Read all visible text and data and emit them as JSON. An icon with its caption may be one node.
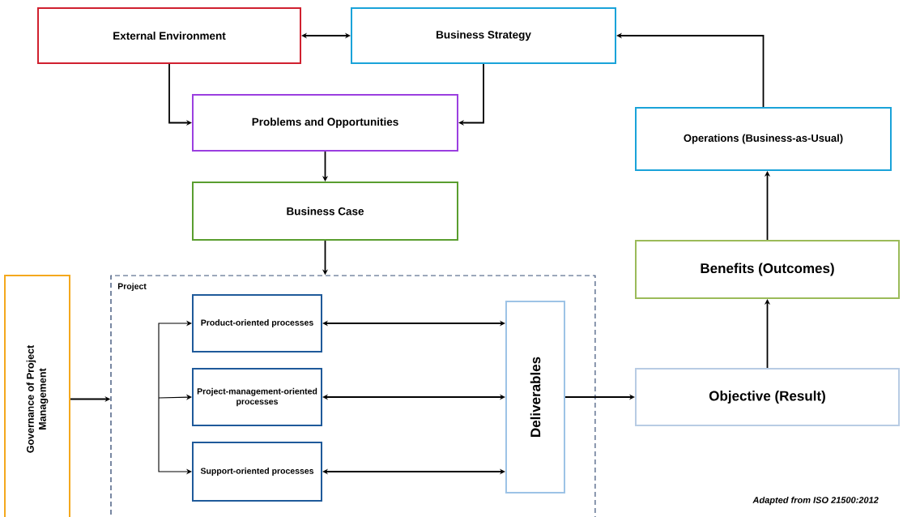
{
  "diagram": {
    "nodes": [
      {
        "text": [
          "External Environment"
        ]
      },
      {
        "text": [
          "Business Strategy"
        ]
      },
      {
        "text": [
          "Problems and Opportunities"
        ]
      },
      {
        "text": [
          "Operations (Business-as-Usual)"
        ]
      },
      {
        "text": [
          "Business Case"
        ]
      },
      {
        "text": [
          "Benefits (Outcomes)"
        ]
      },
      {
        "text": [
          "Governance of Project Management"
        ]
      },
      {
        "text": [
          "Project"
        ]
      },
      {
        "text": [
          "Product-oriented processes"
        ],
        "in": 7
      },
      {
        "text": [
          "Project-management-oriented processes"
        ],
        "in": 7
      },
      {
        "text": [
          "Support-oriented processes"
        ],
        "in": 7
      },
      {
        "text": [
          "Deliverables"
        ],
        "in": 7
      },
      {
        "text": [
          "Objective (Result)"
        ]
      }
    ],
    "edges": [
      {
        "from": 0,
        "to": 1,
        "arrow": "both"
      },
      {
        "from": 0,
        "to": 2,
        "arrow": "to"
      },
      {
        "from": 1,
        "to": 2,
        "arrow": "to"
      },
      {
        "from": 2,
        "to": 4,
        "arrow": "to"
      },
      {
        "from": 4,
        "to": 7,
        "arrow": "to"
      },
      {
        "from": 6,
        "to": 7,
        "arrow": "to"
      },
      {
        "from": null,
        "to": 8,
        "arrow": "to"
      },
      {
        "from": null,
        "to": 9,
        "arrow": "to"
      },
      {
        "from": null,
        "to": 10,
        "arrow": "to"
      },
      {
        "from": 8,
        "to": 11,
        "arrow": "both"
      },
      {
        "from": 9,
        "to": 11,
        "arrow": "both"
      },
      {
        "from": 10,
        "to": 11,
        "arrow": "both"
      },
      {
        "from": 11,
        "to": 12,
        "arrow": "to"
      },
      {
        "from": 12,
        "to": 5,
        "arrow": "to"
      },
      {
        "from": 5,
        "to": 3,
        "arrow": "to"
      },
      {
        "from": 3,
        "to": 1,
        "arrow": "to"
      }
    ],
    "labels": [
      "Adapted from ISO 21500:2012"
    ]
  }
}
